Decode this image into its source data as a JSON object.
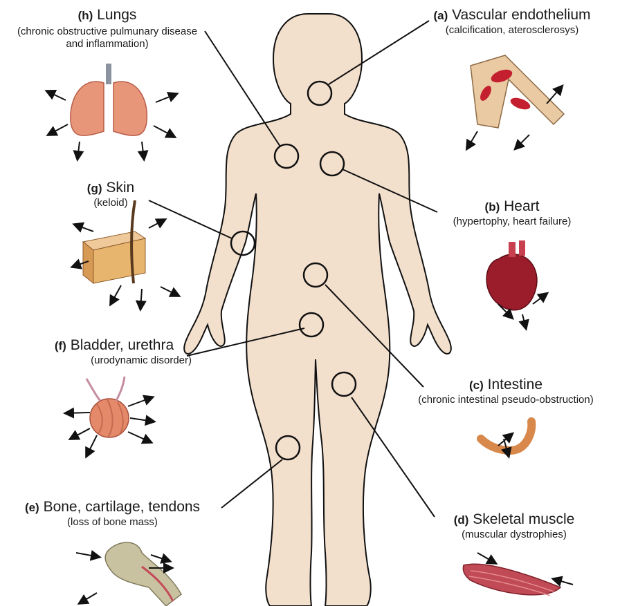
{
  "organs": [
    {
      "id": "h",
      "letter": "(h)",
      "name": "Lungs",
      "detail": "(chronic obstructive pulmunary disease and inflammation)"
    },
    {
      "id": "a",
      "letter": "(a)",
      "name": "Vascular endothelium",
      "detail": "(calcification, aterosclerosys)"
    },
    {
      "id": "g",
      "letter": "(g)",
      "name": "Skin",
      "detail": "(keloid)"
    },
    {
      "id": "b",
      "letter": "(b)",
      "name": "Heart",
      "detail": "(hypertophy, heart failure)"
    },
    {
      "id": "f",
      "letter": "(f)",
      "name": "Bladder, urethra",
      "detail": "(urodynamic disorder)"
    },
    {
      "id": "c",
      "letter": "(c)",
      "name": "Intestine",
      "detail": "(chronic intestinal pseudo-obstruction)"
    },
    {
      "id": "e",
      "letter": "(e)",
      "name": "Bone, cartilage, tendons",
      "detail": "(loss of bone mass)"
    },
    {
      "id": "d",
      "letter": "(d)",
      "name": "Skeletal muscle",
      "detail": "(muscular dystrophies)"
    }
  ],
  "colors": {
    "body": "#f2dfcc",
    "outline": "#111111",
    "lung": "#e8967a",
    "heart": "#9b1c2a",
    "intestine": "#d8884a",
    "bone": "#c9c2a0",
    "muscle": "#c04a55",
    "skin": "#e7b56e",
    "bladder": "#e48a6a"
  }
}
